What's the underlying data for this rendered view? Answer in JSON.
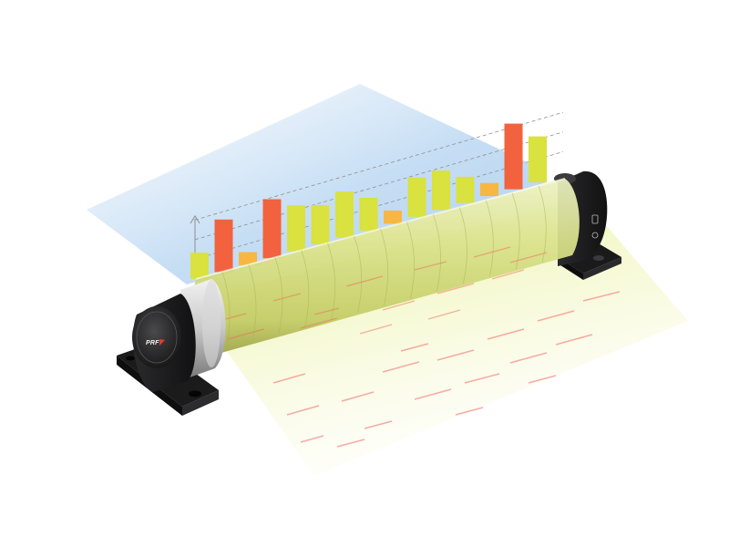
{
  "logo": {
    "text": "PRF"
  },
  "colors": {
    "background": "#ffffff",
    "roller_tint": "#d6df78",
    "sensor_body": "#1c1c1e",
    "bar_red": "#f2623f",
    "bar_yellow": "#d9e23e",
    "bar_orange": "#f7b740",
    "scan_light_blue": "#bfdaf3",
    "scan_light_yellow": "#eff4a6"
  },
  "chart_data": {
    "type": "bar",
    "title": "",
    "xlabel": "",
    "ylabel": "",
    "ylim": [
      0,
      10
    ],
    "grid": true,
    "thresholds": [
      3,
      6,
      9
    ],
    "values": [
      4,
      8,
      2,
      9,
      7,
      6,
      7,
      5,
      2,
      6,
      6,
      4,
      2,
      10,
      7
    ],
    "bar_colors": [
      "yellow",
      "red",
      "orange",
      "red",
      "yellow",
      "yellow",
      "yellow",
      "yellow",
      "orange",
      "yellow",
      "yellow",
      "yellow",
      "orange",
      "red",
      "yellow"
    ]
  }
}
